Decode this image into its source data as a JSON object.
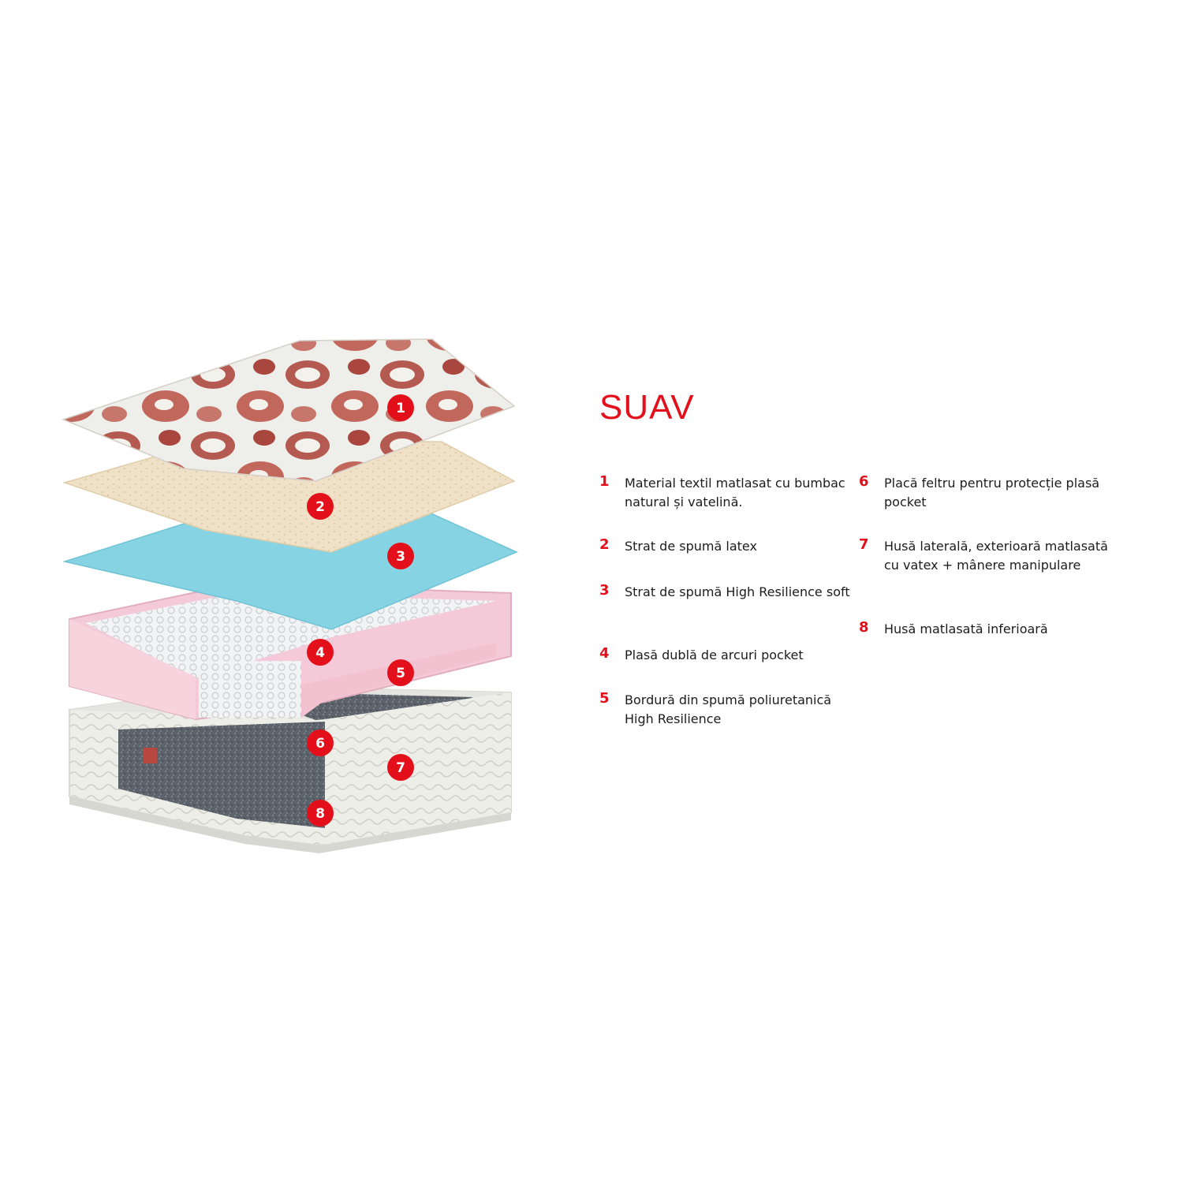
{
  "title": "SUAV",
  "colors": {
    "accent": "#e3101b",
    "cover_fabric": "#b5524a",
    "latex_layer": "#eedfc4",
    "hr_foam_layer": "#7ccfe0",
    "border_foam": "#f2c9d6",
    "felt": "#5a6068"
  },
  "legend_left": [
    {
      "num": "1",
      "text": "Material textil matlasat cu bumbac natural și vatelină."
    },
    {
      "num": "2",
      "text": "Strat de spumă latex"
    },
    {
      "num": "3",
      "text": "Strat de spumă High Resilience soft"
    },
    {
      "num": "4",
      "text": "Plasă dublă de arcuri pocket"
    },
    {
      "num": "5",
      "text": "Bordură din spumă poliuretanică High Resilience"
    }
  ],
  "legend_right": [
    {
      "num": "6",
      "text": "Placă feltru pentru protecție plasă pocket"
    },
    {
      "num": "7",
      "text": "Husă laterală, exterioară matlasată cu vatex + mânere manipulare"
    },
    {
      "num": "8",
      "text": "Husă matlasată inferioară"
    }
  ],
  "markers": [
    "1",
    "2",
    "3",
    "4",
    "5",
    "6",
    "7",
    "8"
  ]
}
